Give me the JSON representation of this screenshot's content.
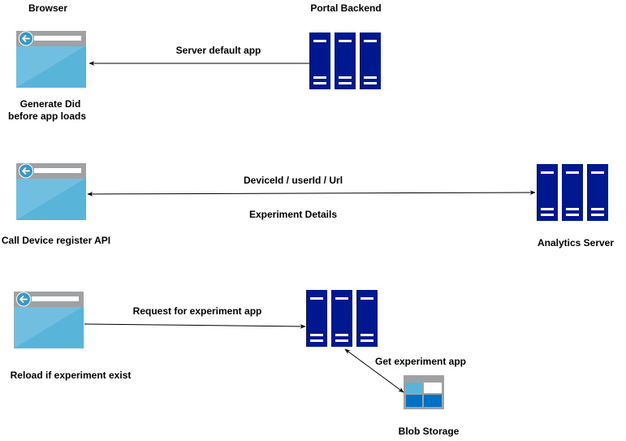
{
  "labels": {
    "browser_title": "Browser",
    "portal_backend": "Portal Backend",
    "server_default_app": "Server default app",
    "generate_did_line1": "Generate Did",
    "generate_did_line2": "before app loads",
    "device_user_url": "DeviceId / userId / Url",
    "experiment_details": "Experiment Details",
    "call_device_register": "Call Device register API",
    "analytics_server": "Analytics Server",
    "request_experiment_app": "Request for experiment app",
    "get_experiment_app": "Get experiment app",
    "reload_if_exist": "Reload if experiment exist",
    "blob_storage": "Blob Storage"
  },
  "icons": {
    "browser": "browser-window-icon",
    "server": "server-rack-icon",
    "storage": "blob-storage-icon"
  },
  "colors": {
    "server_blue": "#00188f",
    "browser_frame": "#a0a1a2",
    "browser_body": "#59b4d9",
    "browser_shine": "#83c9e6",
    "browser_back_circle": "#3999c6",
    "blob_blue": "#0072c6",
    "blob_light": "#59b4d9"
  }
}
